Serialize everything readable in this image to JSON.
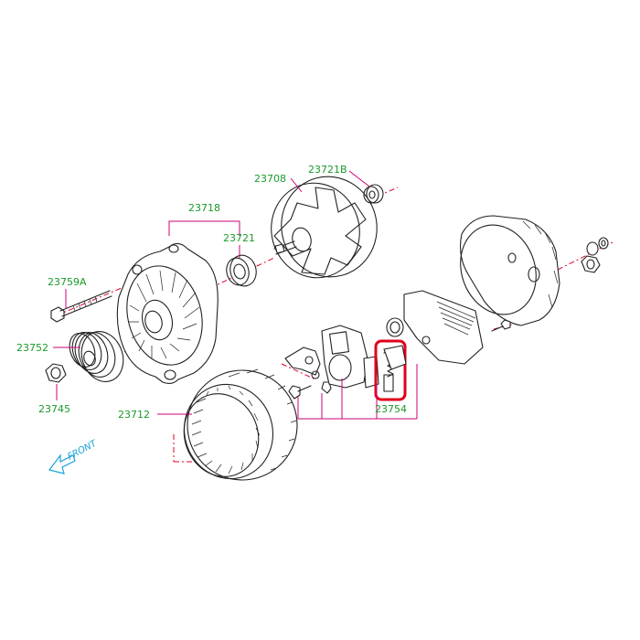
{
  "diagram": {
    "part_numbers": {
      "p23708": "23708",
      "p23721B": "23721B",
      "p23718": "23718",
      "p23721": "23721",
      "p23759A": "23759A",
      "p23752": "23752",
      "p23745": "23745",
      "p23712": "23712",
      "p23754": "23754"
    },
    "front_label": "FRONT",
    "highlight_color": "#e0001b",
    "label_color": "#1a9a2a",
    "leader_color": "#cc0077",
    "front_color": "#1aa3d9"
  }
}
